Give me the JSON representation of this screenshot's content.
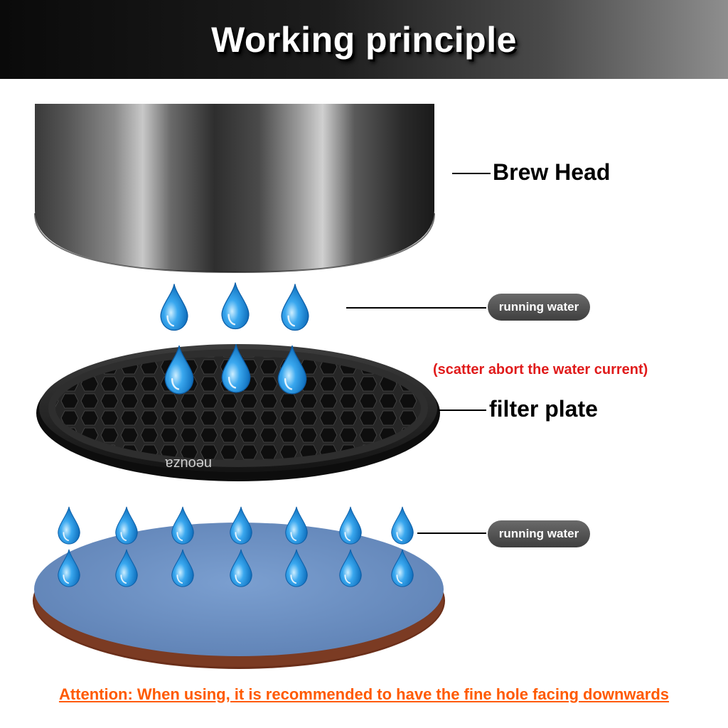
{
  "header": {
    "title": "Working principle"
  },
  "labels": {
    "brew_head": "Brew Head",
    "filter_plate": "filter plate",
    "scatter_note": "(scatter abort the water current)",
    "running_water_1": "running water",
    "running_water_2": "running water"
  },
  "filter_brand": "neouza",
  "footer": {
    "attention": "Attention: When using, it is recommended to have the fine hole facing downwards"
  },
  "colors": {
    "header_dark": "#0a0a0a",
    "note_red": "#e01b1b",
    "attention_orange": "#ff5a00",
    "water_blue": "#1f8fd6",
    "puck_blue": "#6f92c4",
    "puck_brown": "#7a3a22"
  },
  "icons": [
    "water-drop-icon"
  ]
}
